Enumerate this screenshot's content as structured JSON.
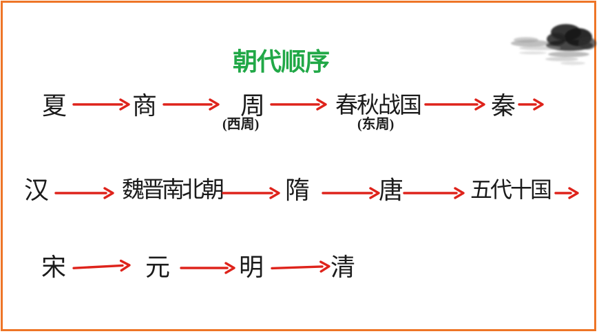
{
  "slide": {
    "title": "朝代顺序",
    "decoration": "ink-wash-landscape-painting"
  },
  "colors": {
    "title-green": "#21A847",
    "arrow-red": "#DE231B",
    "border-orange": "#EE7527",
    "text-dark": "#1b1b1b"
  },
  "rows": [
    {
      "items": [
        {
          "label": "夏"
        },
        {
          "label": "商"
        },
        {
          "label": "周",
          "sub": "(西周)"
        },
        {
          "label": "春秋战国",
          "sub": "(东周)"
        },
        {
          "label": "秦"
        }
      ]
    },
    {
      "items": [
        {
          "label": "汉"
        },
        {
          "label": "魏晋南北朝"
        },
        {
          "label": "隋"
        },
        {
          "label": "唐"
        },
        {
          "label": "五代十国"
        }
      ]
    },
    {
      "items": [
        {
          "label": "宋"
        },
        {
          "label": "元"
        },
        {
          "label": "明"
        },
        {
          "label": "清"
        }
      ]
    }
  ]
}
